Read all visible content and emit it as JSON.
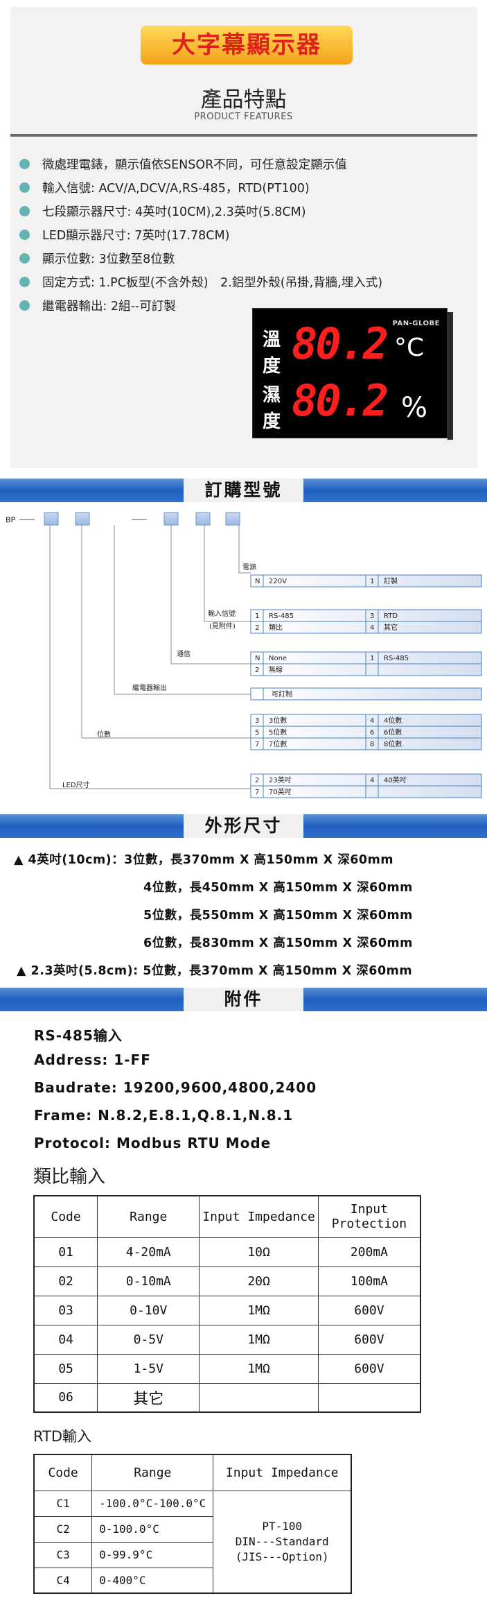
{
  "header": {
    "banner": "大字幕顯示器",
    "title": "產品特點",
    "subtitle": "PRODUCT FEATURES"
  },
  "features": [
    "微處理電錶，顯示值依SENSOR不同，可任意設定顯示值",
    "輸入信號: ACV/A,DCV/A,RS-485，RTD(PT100)",
    "七段顯示器尺寸: 4英吋(10CM),2.3英吋(5.8CM)",
    "LED顯示器尺寸: 7英吋(17.78CM)",
    "顯示位數: 3位數至8位數",
    "固定方式: 1.PC板型(不含外殼)　2.鋁型外殼(吊掛,背牆,埋入式)",
    "繼電器輸出: 2組--可訂製"
  ],
  "display": {
    "brand": "PAN-GLOBE",
    "row1_char1": "溫",
    "row1_char2": "度",
    "row1_value": "80.2",
    "row1_unit": "°C",
    "row2_char1": "濕",
    "row2_char2": "度",
    "row2_value": "80.2",
    "row2_unit": "%"
  },
  "order": {
    "title": "訂購型號",
    "prefix": "BP",
    "groups": {
      "power": {
        "label": "電源",
        "rows": [
          [
            "N",
            "220V",
            "1",
            "訂製"
          ]
        ]
      },
      "input": {
        "label": "輸入信號",
        "label2": "(見附件)",
        "rows": [
          [
            "1",
            "RS-485",
            "3",
            "RTD"
          ],
          [
            "2",
            "類比",
            "4",
            "其它"
          ]
        ]
      },
      "comm": {
        "label": "通信",
        "rows": [
          [
            "N",
            "None",
            "1",
            "RS-485"
          ],
          [
            "2",
            "無線",
            "",
            ""
          ]
        ]
      },
      "relay": {
        "label": "繼電器輸出",
        "rows": [
          [
            "",
            "可訂制",
            "",
            ""
          ]
        ]
      },
      "digits": {
        "label": "位數",
        "rows": [
          [
            "3",
            "3位數",
            "4",
            "4位數"
          ],
          [
            "5",
            "5位數",
            "6",
            "6位數"
          ],
          [
            "7",
            "7位數",
            "8",
            "8位數"
          ]
        ]
      },
      "led": {
        "label": "LED尺寸",
        "rows": [
          [
            "2",
            "23英吋",
            "4",
            "40英吋"
          ],
          [
            "7",
            "70英吋",
            "",
            ""
          ]
        ]
      }
    }
  },
  "dimensions": {
    "title": "外形尺寸",
    "lines": [
      "▲ 4英吋(10cm)：3位數，長370mm X 高150mm X 深60mm",
      "4位數，長450mm X 高150mm X 深60mm",
      "5位數，長550mm X 高150mm X 深60mm",
      "6位數，長830mm X 高150mm X 深60mm",
      "▲ 2.3英吋(5.8cm): 5位數，長370mm X 高150mm X 深60mm"
    ]
  },
  "accessories": {
    "title": "附件",
    "rs485_title": "RS-485输入",
    "address": "Address: 1-FF",
    "baudrate": "Baudrate: 19200,9600,4800,2400",
    "frame": "Frame: N.8.2,E.8.1,Q.8.1,N.8.1",
    "protocol": "Protocol: Modbus RTU Mode",
    "analog_title": "類比輸入",
    "analog_headers": [
      "Code",
      "Range",
      "Input Impedance",
      "Input Protection"
    ],
    "analog_rows": [
      [
        "01",
        "4-20mA",
        "10Ω",
        "200mA"
      ],
      [
        "02",
        "0-10mA",
        "20Ω",
        "100mA"
      ],
      [
        "03",
        "0-10V",
        "1MΩ",
        "600V"
      ],
      [
        "04",
        "0-5V",
        "1MΩ",
        "600V"
      ],
      [
        "05",
        "1-5V",
        "1MΩ",
        "600V"
      ],
      [
        "06",
        "其它",
        "",
        ""
      ]
    ],
    "rtd_title": "RTD輸入",
    "rtd_headers": [
      "Code",
      "Range",
      "Input Impedance"
    ],
    "rtd_rows": [
      [
        "C1",
        "-100.0°C-100.0°C"
      ],
      [
        "C2",
        "0-100.0°C"
      ],
      [
        "C3",
        "0-99.9°C"
      ],
      [
        "C4",
        "0-400°C"
      ]
    ],
    "rtd_impedance": [
      "PT-100",
      "DIN---Standard",
      "(JIS---Option)"
    ]
  }
}
